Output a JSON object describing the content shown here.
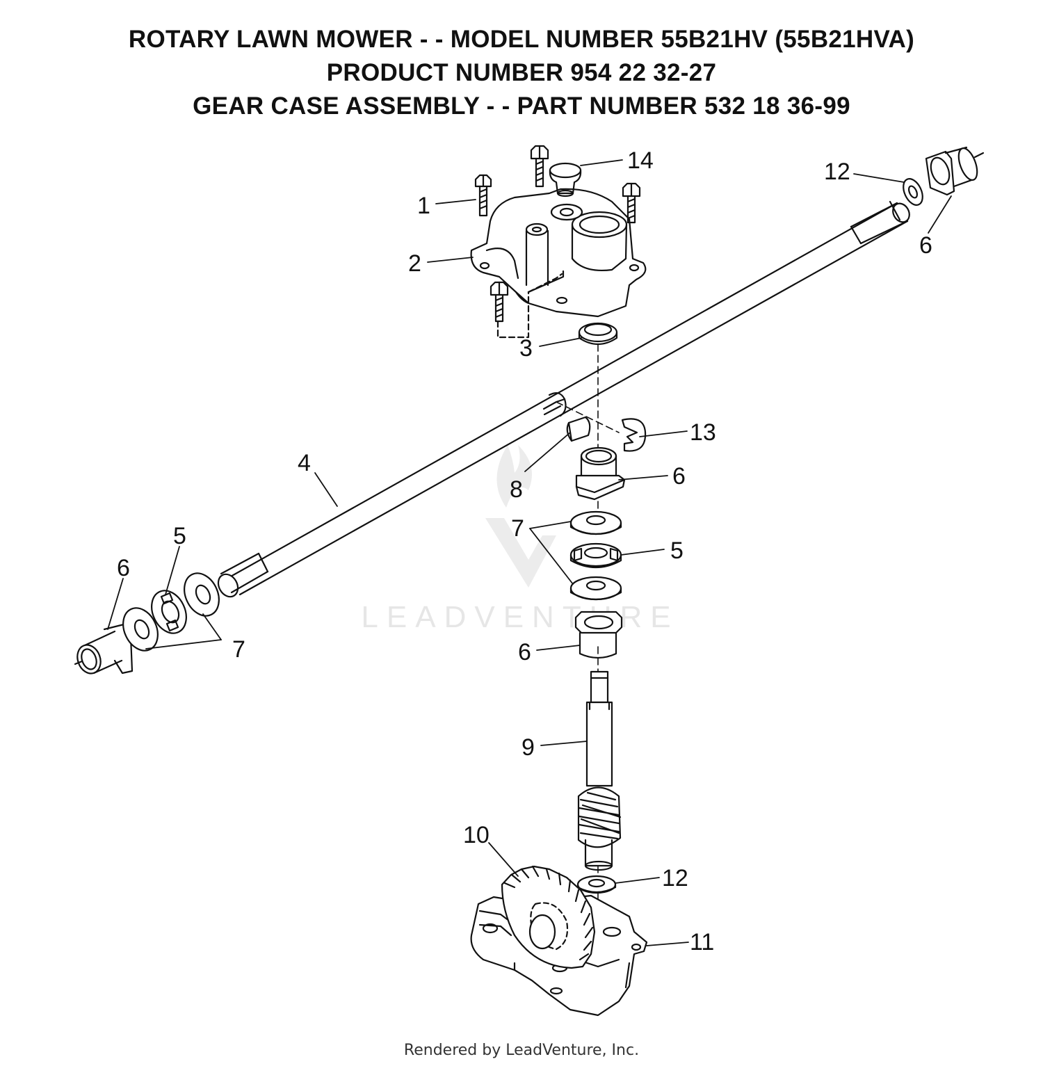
{
  "header": {
    "line1": "ROTARY LAWN MOWER - - MODEL NUMBER 55B21HV (55B21HVA)",
    "line2": "PRODUCT NUMBER 954 22 32-27",
    "line3": "GEAR CASE ASSEMBLY - - PART NUMBER 532 18 36-99"
  },
  "callouts": {
    "c1": "1",
    "c2": "2",
    "c3": "3",
    "c4": "4",
    "c5a": "5",
    "c5b": "5",
    "c6a": "6",
    "c6b": "6",
    "c6c": "6",
    "c6d": "6",
    "c7a": "7",
    "c7b": "7",
    "c8": "8",
    "c9": "9",
    "c10": "10",
    "c11": "11",
    "c12a": "12",
    "c12b": "12",
    "c13": "13",
    "c14": "14"
  },
  "watermark": "LEADVENTURE",
  "footer": "Rendered by LeadVenture, Inc."
}
